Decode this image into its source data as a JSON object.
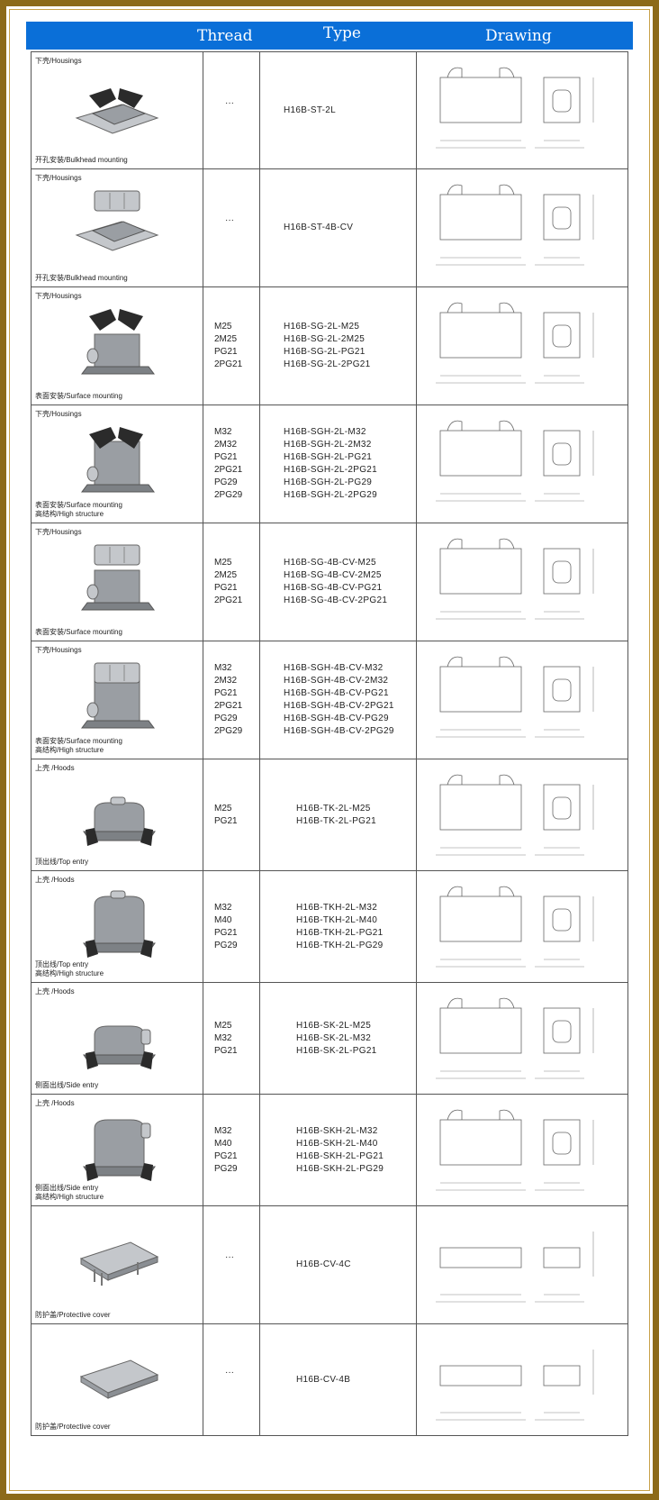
{
  "header": {
    "thread": "Thread",
    "type": "Type",
    "drawing": "Drawing"
  },
  "rows": [
    {
      "category": "下壳/Housings",
      "mounting": [
        "开孔安装/Bulkhead mounting"
      ],
      "threads": [
        "···"
      ],
      "types": [
        "H16B-ST-2L"
      ],
      "kind": "housing-st"
    },
    {
      "category": "下壳/Housings",
      "mounting": [
        "开孔安装/Bulkhead mounting"
      ],
      "threads": [
        "···"
      ],
      "types": [
        "H16B-ST-4B-CV"
      ],
      "kind": "housing-st-cv"
    },
    {
      "category": "下壳/Housings",
      "mounting": [
        "表面安装/Surface mounting"
      ],
      "threads": [
        "M25",
        "2M25",
        "PG21",
        "2PG21"
      ],
      "types": [
        "H16B-SG-2L-M25",
        "H16B-SG-2L-2M25",
        "H16B-SG-2L-PG21",
        "H16B-SG-2L-2PG21"
      ],
      "kind": "housing-sg"
    },
    {
      "category": "下壳/Housings",
      "mounting": [
        "表面安装/Surface mounting",
        "高结构/High structure"
      ],
      "threads": [
        "M32",
        "2M32",
        "PG21",
        "2PG21",
        "PG29",
        "2PG29"
      ],
      "types": [
        "H16B-SGH-2L-M32",
        "H16B-SGH-2L-2M32",
        "H16B-SGH-2L-PG21",
        "H16B-SGH-2L-2PG21",
        "H16B-SGH-2L-PG29",
        "H16B-SGH-2L-2PG29"
      ],
      "kind": "housing-sgh"
    },
    {
      "category": "下壳/Housings",
      "mounting": [
        "表面安装/Surface mounting"
      ],
      "threads": [
        "M25",
        "2M25",
        "PG21",
        "2PG21"
      ],
      "types": [
        "H16B-SG-4B-CV-M25",
        "H16B-SG-4B-CV-2M25",
        "H16B-SG-4B-CV-PG21",
        "H16B-SG-4B-CV-2PG21"
      ],
      "kind": "housing-sg-cv"
    },
    {
      "category": "下壳/Housings",
      "mounting": [
        "表面安装/Surface mounting",
        "高结构/High structure"
      ],
      "threads": [
        "M32",
        "2M32",
        "PG21",
        "2PG21",
        "PG29",
        "2PG29"
      ],
      "types": [
        "H16B-SGH-4B-CV-M32",
        "H16B-SGH-4B-CV-2M32",
        "H16B-SGH-4B-CV-PG21",
        "H16B-SGH-4B-CV-2PG21",
        "H16B-SGH-4B-CV-PG29",
        "H16B-SGH-4B-CV-2PG29"
      ],
      "kind": "housing-sgh-cv"
    },
    {
      "category": "上壳 /Hoods",
      "mounting": [
        "顶出线/Top entry"
      ],
      "threads": [
        "M25",
        "PG21"
      ],
      "types": [
        "H16B-TK-2L-M25",
        "H16B-TK-2L-PG21"
      ],
      "kind": "hood-tk"
    },
    {
      "category": "上壳 /Hoods",
      "mounting": [
        "顶出线/Top entry",
        "高结构/High structure"
      ],
      "threads": [
        "M32",
        "M40",
        "PG21",
        "PG29"
      ],
      "types": [
        "H16B-TKH-2L-M32",
        "H16B-TKH-2L-M40",
        "H16B-TKH-2L-PG21",
        "H16B-TKH-2L-PG29"
      ],
      "kind": "hood-tkh"
    },
    {
      "category": "上壳 /Hoods",
      "mounting": [
        "侧面出线/Side entry"
      ],
      "threads": [
        "M25",
        "M32",
        "PG21"
      ],
      "types": [
        "H16B-SK-2L-M25",
        "H16B-SK-2L-M32",
        "H16B-SK-2L-PG21"
      ],
      "kind": "hood-sk"
    },
    {
      "category": "上壳 /Hoods",
      "mounting": [
        "侧面出线/Side entry",
        "高结构/High structure"
      ],
      "threads": [
        "M32",
        "M40",
        "PG21",
        "PG29"
      ],
      "types": [
        "H16B-SKH-2L-M32",
        "H16B-SKH-2L-M40",
        "H16B-SKH-2L-PG21",
        "H16B-SKH-2L-PG29"
      ],
      "kind": "hood-skh"
    },
    {
      "category": "",
      "mounting": [
        "防护盖/Protective cover"
      ],
      "threads": [
        "···"
      ],
      "types": [
        "H16B-CV-4C"
      ],
      "kind": "cover-4c"
    },
    {
      "category": "",
      "mounting": [
        "防护盖/Protective cover"
      ],
      "threads": [
        "···"
      ],
      "types": [
        "H16B-CV-4B"
      ],
      "kind": "cover-4b"
    }
  ]
}
